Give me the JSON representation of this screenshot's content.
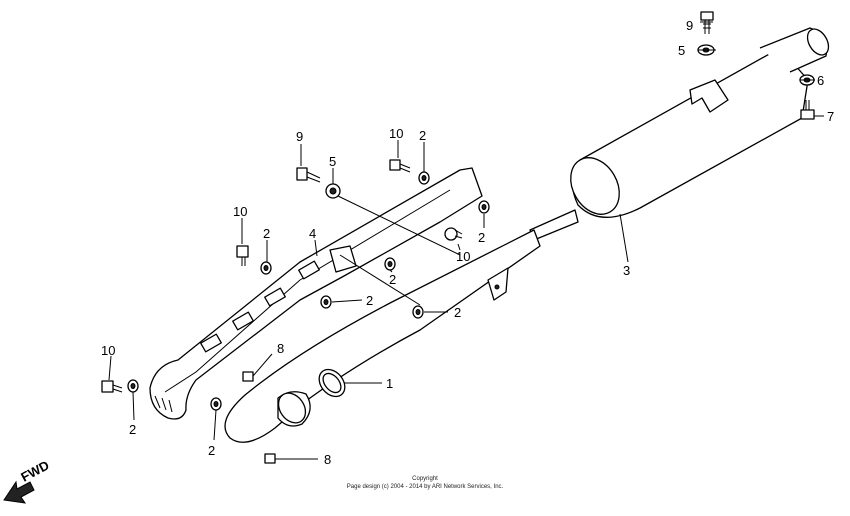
{
  "callouts": {
    "c1": "1",
    "c2a": "2",
    "c2b": "2",
    "c2c": "2",
    "c2d": "2",
    "c2e": "2",
    "c2f": "2",
    "c2g": "2",
    "c2h": "2",
    "c3": "3",
    "c4": "4",
    "c5a": "5",
    "c5b": "5",
    "c6": "6",
    "c7": "7",
    "c8a": "8",
    "c8b": "8",
    "c9a": "9",
    "c9b": "9",
    "c10a": "10",
    "c10b": "10",
    "c10c": "10",
    "c10d": "10"
  },
  "copyright": {
    "line1": "Copyright",
    "line2": "Page design (c) 2004 - 2014 by ARI Network Services, Inc."
  },
  "direction": {
    "label": "FWD",
    "icon": "forward-arrow-icon"
  }
}
